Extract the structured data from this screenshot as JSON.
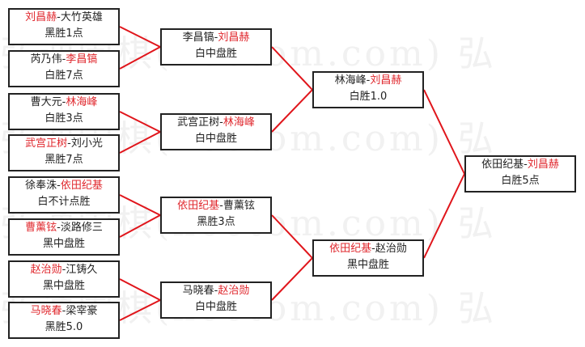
{
  "watermark": "弘通围棋(hoetom.com) 弘",
  "colors": {
    "winner": "#e0282e",
    "line": "#e0151b",
    "text": "#222222"
  },
  "rounds": [
    [
      {
        "left": "刘昌赫",
        "right": "大竹英雄",
        "winner": "left",
        "result": "黑胜1点"
      },
      {
        "left": "芮乃伟",
        "right": "李昌镐",
        "winner": "right",
        "result": "白胜7点"
      },
      {
        "left": "曹大元",
        "right": "林海峰",
        "winner": "right",
        "result": "白胜3点"
      },
      {
        "left": "武宫正树",
        "right": "刘小光",
        "winner": "left",
        "result": "黑胜7点"
      },
      {
        "left": "徐奉洙",
        "right": "依田纪基",
        "winner": "right",
        "result": "白不计点胜"
      },
      {
        "left": "曹薰铉",
        "right": "淡路修三",
        "winner": "left",
        "result": "黑中盘胜"
      },
      {
        "left": "赵治勋",
        "right": "江铸久",
        "winner": "left",
        "result": "黑中盘胜"
      },
      {
        "left": "马晓春",
        "right": "梁宰豪",
        "winner": "left",
        "result": "黑胜5.0"
      }
    ],
    [
      {
        "left": "李昌镐",
        "right": "刘昌赫",
        "winner": "right",
        "result": "白中盘胜"
      },
      {
        "left": "武宫正树",
        "right": "林海峰",
        "winner": "right",
        "result": "白中盘胜"
      },
      {
        "left": "依田纪基",
        "right": "曹薰铉",
        "winner": "left",
        "result": "黑胜3点"
      },
      {
        "left": "马晓春",
        "right": "赵治勋",
        "winner": "right",
        "result": "白中盘胜"
      }
    ],
    [
      {
        "left": "林海峰",
        "right": "刘昌赫",
        "winner": "right",
        "result": "白胜1.0"
      },
      {
        "left": "依田纪基",
        "right": "赵治勋",
        "winner": "left",
        "result": "黑中盘胜"
      }
    ],
    [
      {
        "left": "依田纪基",
        "right": "刘昌赫",
        "winner": "right",
        "result": "白胜5点"
      }
    ]
  ]
}
